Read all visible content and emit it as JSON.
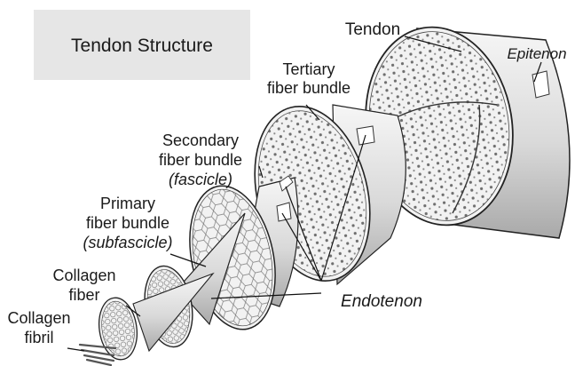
{
  "title": "Tendon Structure",
  "labels": {
    "tendon": "Tendon",
    "epitenon": "Epitenon",
    "tertiary_line1": "Tertiary",
    "tertiary_line2": "fiber bundle",
    "secondary_line1": "Secondary",
    "secondary_line2": "fiber bundle",
    "secondary_line3": "(fascicle)",
    "primary_line1": "Primary",
    "primary_line2": "fiber bundle",
    "primary_line3": "(subfascicle)",
    "collagen_fiber_line1": "Collagen",
    "collagen_fiber_line2": "fiber",
    "collagen_fibril_line1": "Collagen",
    "collagen_fibril_line2": "fibril",
    "endotenon": "Endotenon"
  },
  "colors": {
    "background": "#ffffff",
    "title_box": "#e6e6e6",
    "outline": "#222222",
    "shading": "#cfcfcf"
  }
}
